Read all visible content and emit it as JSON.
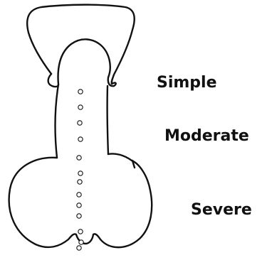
{
  "labels": {
    "simple": "Simple",
    "moderate": "Moderate",
    "severe": "Severe"
  },
  "colors": {
    "stroke": "#111111",
    "background": "#ffffff"
  },
  "icons": [
    "anatomical-outline",
    "dot-marker"
  ]
}
